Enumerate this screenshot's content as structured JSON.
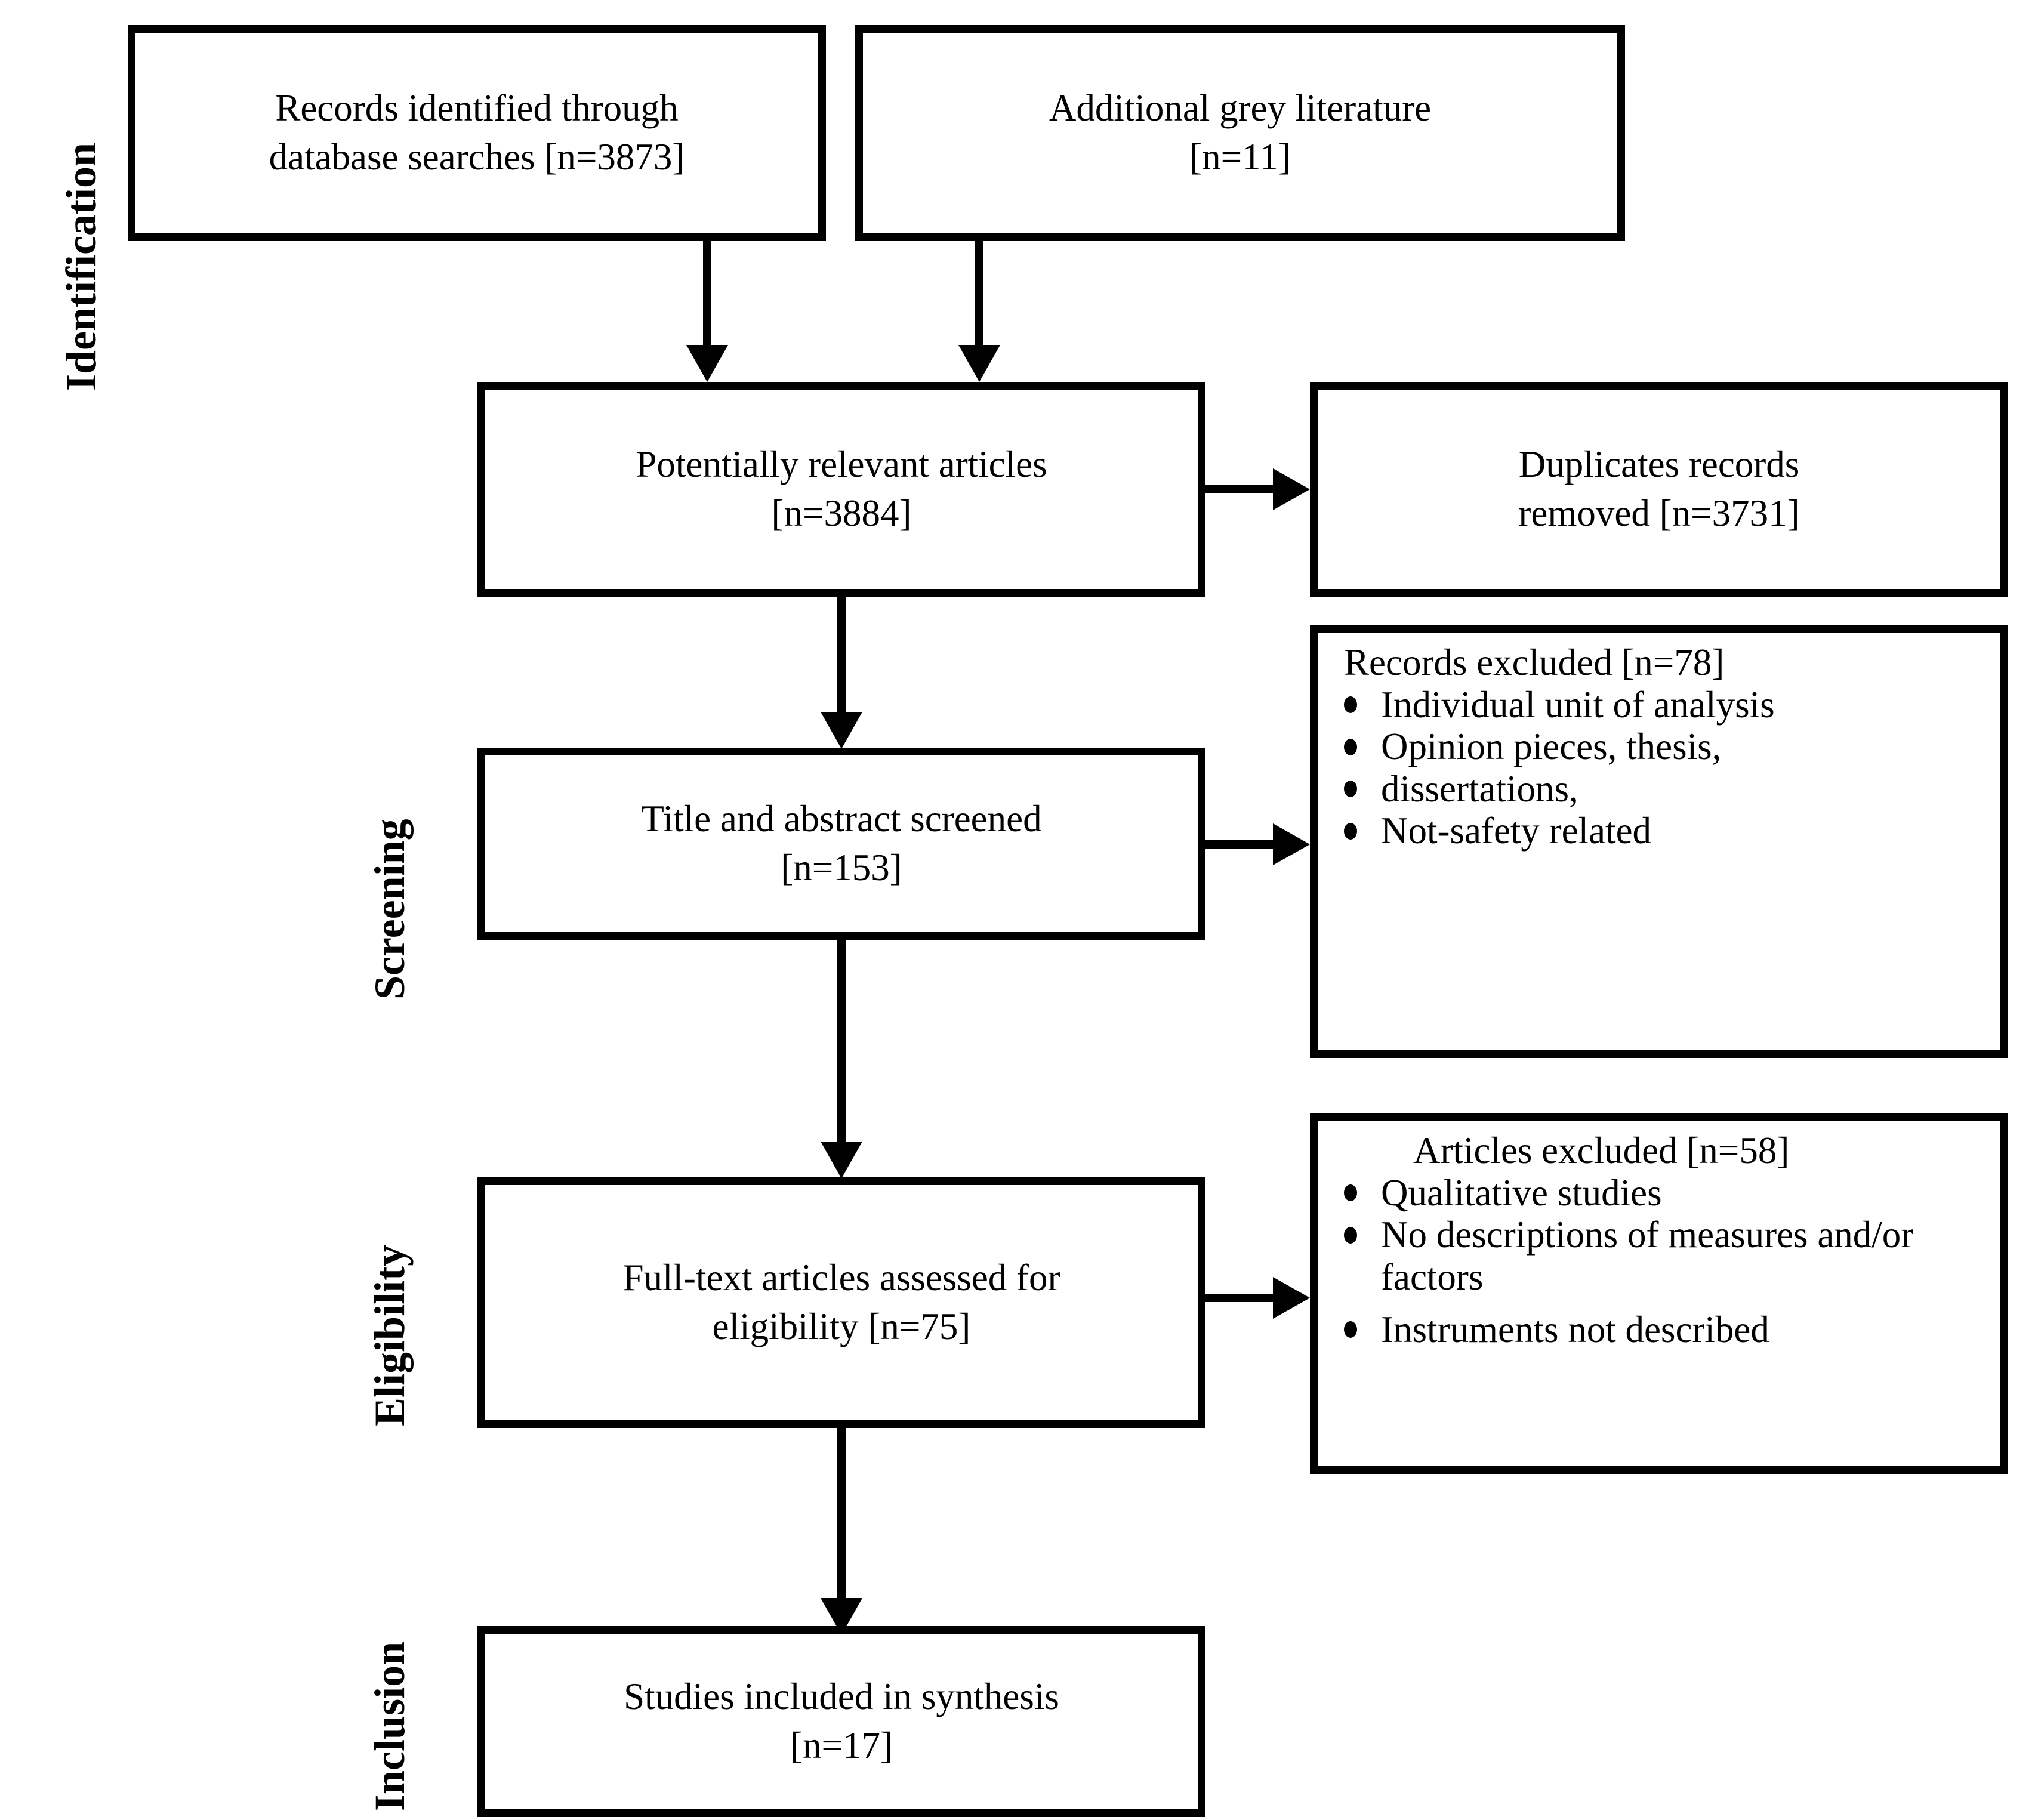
{
  "diagram": {
    "type": "prisma-flow-diagram",
    "stages": [
      {
        "id": "identification",
        "label": "Identification"
      },
      {
        "id": "screening",
        "label": "Screening"
      },
      {
        "id": "eligibility",
        "label": "Eligibility"
      },
      {
        "id": "inclusion",
        "label": "Inclusion"
      }
    ],
    "boxes": {
      "records_identified": {
        "lines": [
          "Records identified through",
          "database searches [n=3873]"
        ],
        "count": 3873
      },
      "grey_literature": {
        "lines": [
          "Additional grey literature",
          "[n=11]"
        ],
        "count": 11
      },
      "potentially_relevant": {
        "lines": [
          "Potentially relevant articles",
          "[n=3884]"
        ],
        "count": 3884
      },
      "duplicates_removed": {
        "lines": [
          "Duplicates records",
          "removed [n=3731]"
        ],
        "count": 3731
      },
      "title_abstract_screened": {
        "lines": [
          "Title and abstract screened",
          "[n=153]"
        ],
        "count": 153
      },
      "records_excluded": {
        "header": "Records excluded [n=78]",
        "count": 78,
        "items": [
          "Individual unit of analysis",
          "Opinion pieces, thesis,",
          "dissertations,",
          "Not-safety related"
        ]
      },
      "fulltext_assessed": {
        "lines": [
          "Full-text articles assessed for",
          "eligibility [n=75]"
        ],
        "count": 75
      },
      "articles_excluded": {
        "header": "Articles excluded [n=58]",
        "count": 58,
        "items": [
          "Qualitative studies",
          "No descriptions of measures and/or factors",
          "Instruments not described"
        ]
      },
      "studies_included": {
        "lines": [
          "Studies included in synthesis",
          "[n=17]"
        ],
        "count": 17
      }
    },
    "colors": {
      "line": "#000000",
      "box_border": "#000000",
      "box_fill": "#ffffff",
      "text": "#000000"
    }
  }
}
